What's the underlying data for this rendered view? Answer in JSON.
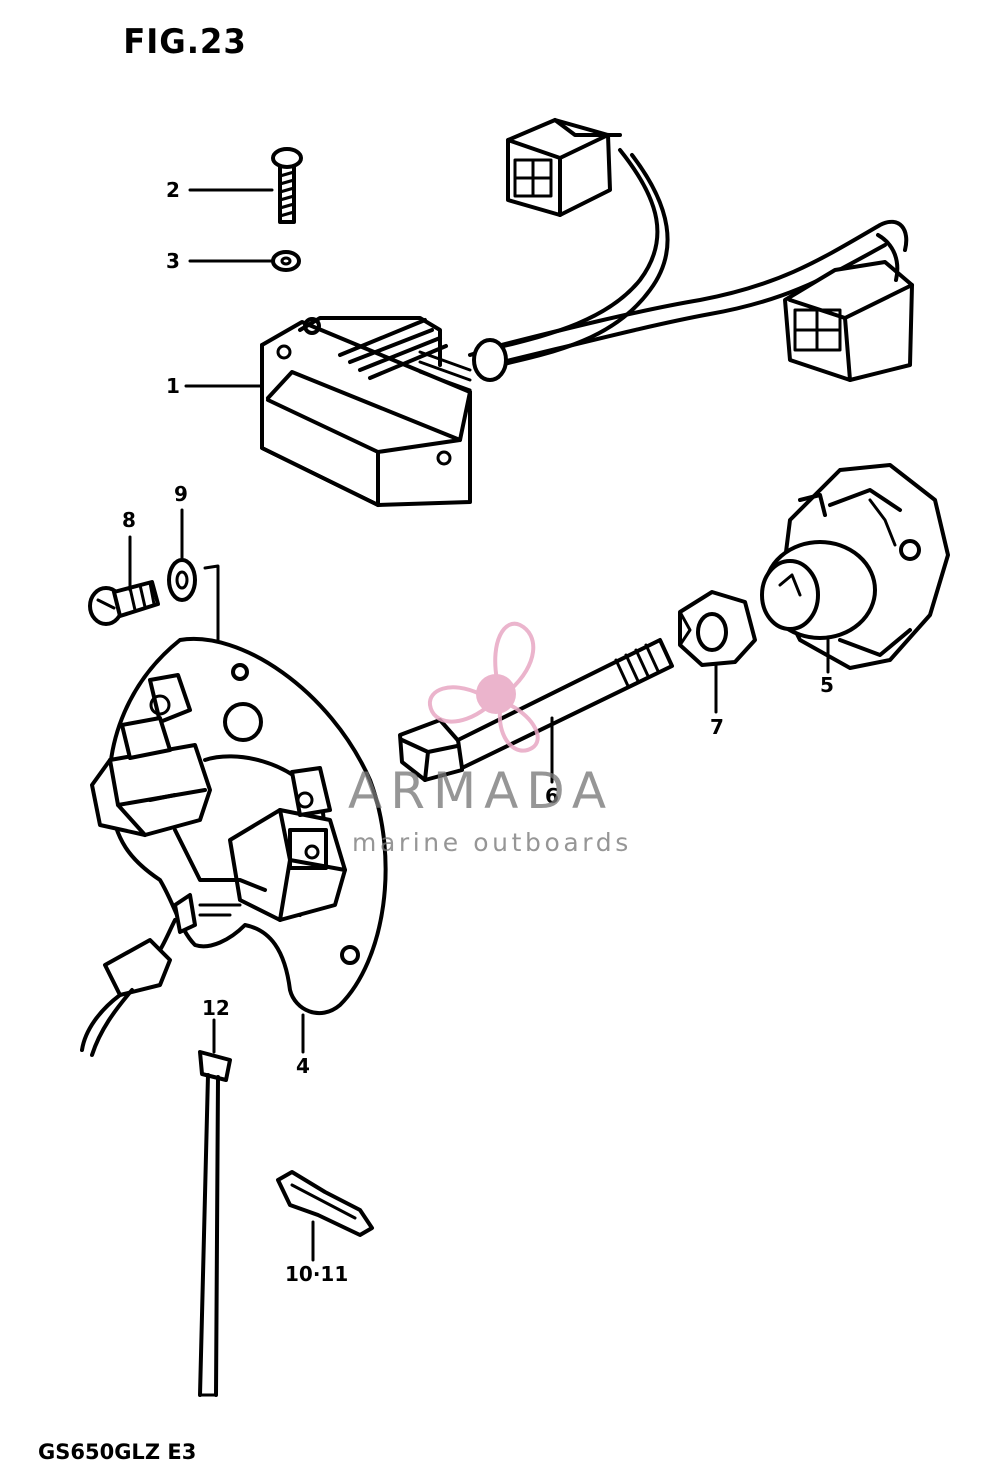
{
  "figure": {
    "title": "FIG.23",
    "model_code": "GS650GLZ E3"
  },
  "callouts": [
    {
      "id": "1",
      "label": "1"
    },
    {
      "id": "2",
      "label": "2"
    },
    {
      "id": "3",
      "label": "3"
    },
    {
      "id": "4",
      "label": "4"
    },
    {
      "id": "5",
      "label": "5"
    },
    {
      "id": "6",
      "label": "6"
    },
    {
      "id": "7",
      "label": "7"
    },
    {
      "id": "8",
      "label": "8"
    },
    {
      "id": "9",
      "label": "9"
    },
    {
      "id": "10-11",
      "label": "10·11"
    },
    {
      "id": "12",
      "label": "12"
    }
  ],
  "watermark": {
    "brand": "ARMADA",
    "tagline": "marine outboards",
    "logo_icon": "propeller-icon",
    "colors": {
      "logo": "#e8a8c4",
      "text": "#7a7a7a"
    }
  },
  "colors": {
    "ink": "#000000",
    "paper": "#ffffff"
  }
}
